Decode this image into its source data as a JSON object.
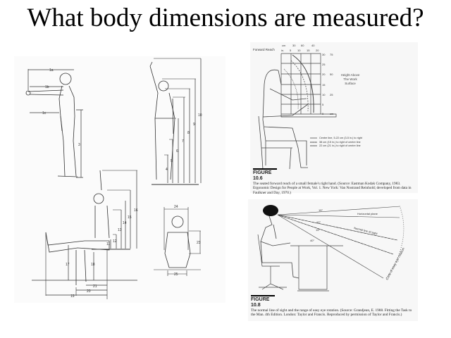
{
  "slide": {
    "title": "What body dimensions are measured?"
  },
  "left_figure": {
    "labels": [
      "1a",
      "1b",
      "1c",
      "3",
      "4",
      "5",
      "6",
      "7",
      "8",
      "9",
      "10",
      "11",
      "12",
      "13",
      "14",
      "15",
      "16",
      "17",
      "18",
      "19",
      "20",
      "21",
      "24",
      "23",
      "25"
    ]
  },
  "top_right_figure": {
    "header": "Forward Reach",
    "cm_label": "cm",
    "cm_ticks": [
      "30",
      "60",
      "40"
    ],
    "in_label": "in.",
    "in_ticks": [
      "5",
      "10",
      "15",
      "20"
    ],
    "height_ticks": [
      "30",
      "25",
      "20",
      "15",
      "10",
      "5",
      "0"
    ],
    "cm_height_ticks": [
      "75",
      "50",
      "25"
    ],
    "height_cm_unit": "cm",
    "side_label": "Height Above The Work Surface",
    "legend": [
      "Centre line, 5-22 cm (3-5 in.) to right",
      "38 cm (15 in.) to right of centre line",
      "22 cm (21 in.) to right of centre line"
    ],
    "figure_label": "FIGURE 10.6",
    "caption": "The seated forward reach of a small female's right hand. (Source: Eastman Kodak Company, 1983. Ergonomic Design for People at Work, Vol. 1. New York: Van Nostrand Reinhold; developed from data in Faulkner and Day, 1970.)"
  },
  "bottom_right_figure": {
    "angles": [
      "15°",
      "10°",
      "15°",
      "40°"
    ],
    "horizontal_label": "Horizontal plane",
    "normal_label": "Normal line of sight",
    "cone_label": "Cone of easy eye rotation",
    "figure_label": "FIGURE 10.8",
    "caption": "The normal line of sight and the range of easy eye rotation. (Source: Grandjean, E. 1988. Fitting the Task to the Man. 4th Edition. London: Taylor and Francis. Reproduced by permission of Taylor and Francis.)"
  }
}
